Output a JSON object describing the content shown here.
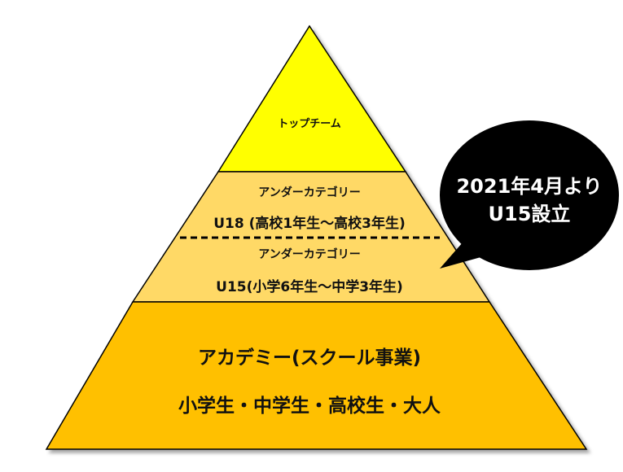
{
  "pyramid": {
    "top": {
      "label": "トップチーム",
      "color": "#ffff00"
    },
    "u18": {
      "category": "アンダーカテゴリー",
      "detail": "U18 (高校1年生～高校3年生)",
      "color": "#ffd966"
    },
    "u15": {
      "category": "アンダーカテゴリー",
      "detail": "U15(小学6年生～中学3年生)",
      "color": "#ffd966"
    },
    "academy": {
      "title": "アカデミー(スクール事業)",
      "detail": "小学生・中学生・高校生・大人",
      "color": "#ffc000"
    }
  },
  "callout": {
    "line1": "2021年4月より",
    "line2": "U15設立",
    "color": "#000000"
  }
}
